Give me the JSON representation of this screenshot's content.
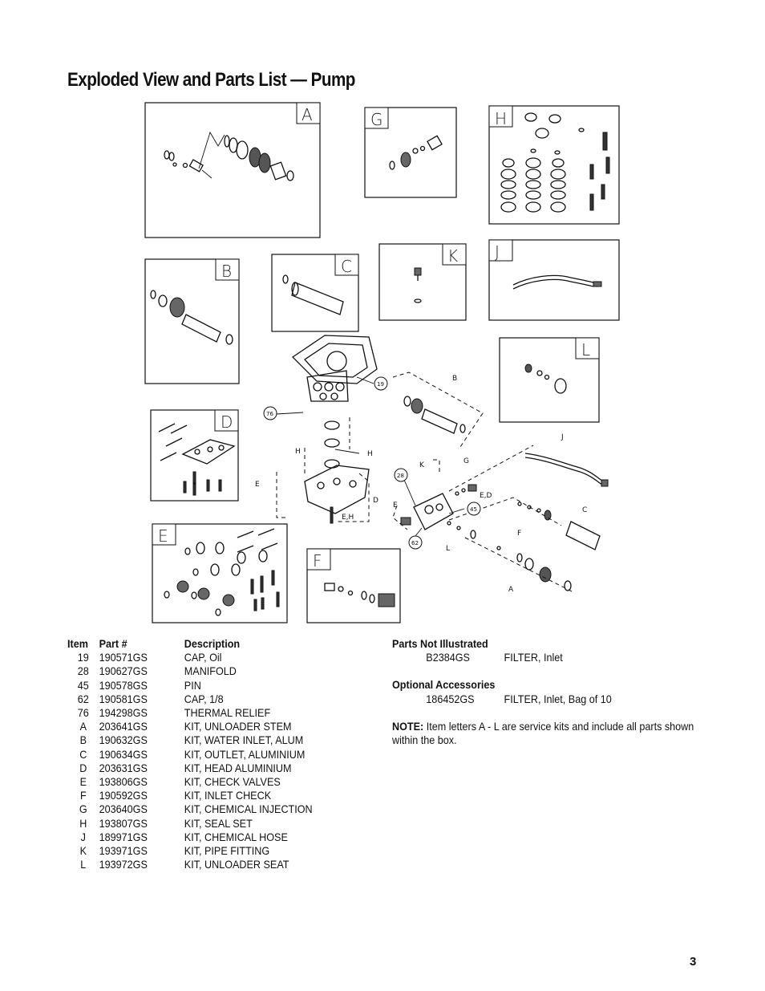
{
  "page": {
    "title": "Exploded View and Parts List — Pump",
    "page_number": "3"
  },
  "diagram": {
    "kit_letters": [
      "A",
      "G",
      "H",
      "B",
      "C",
      "K",
      "J",
      "L",
      "D",
      "E",
      "F"
    ],
    "callouts": [
      "19",
      "76",
      "28",
      "45",
      "62"
    ],
    "leader_labels": [
      "B",
      "H",
      "H",
      "K",
      "G",
      "E,D",
      "J",
      "C",
      "E",
      "D",
      "E,H",
      "E",
      "F",
      "L",
      "A"
    ]
  },
  "parts_list": {
    "headers": {
      "item": "Item",
      "part": "Part #",
      "description": "Description"
    },
    "rows": [
      {
        "item": "19",
        "part": "190571GS",
        "description": "CAP, Oil"
      },
      {
        "item": "28",
        "part": "190627GS",
        "description": "MANIFOLD"
      },
      {
        "item": "45",
        "part": "190578GS",
        "description": "PIN"
      },
      {
        "item": "62",
        "part": "190581GS",
        "description": "CAP, 1/8"
      },
      {
        "item": "76",
        "part": "194298GS",
        "description": "THERMAL RELIEF"
      },
      {
        "item": "A",
        "part": "203641GS",
        "description": "KIT, UNLOADER STEM"
      },
      {
        "item": "B",
        "part": "190632GS",
        "description": "KIT, WATER INLET, ALUM"
      },
      {
        "item": "C",
        "part": "190634GS",
        "description": "KIT, OUTLET, ALUMINIUM"
      },
      {
        "item": "D",
        "part": "203631GS",
        "description": "KIT, HEAD ALUMINIUM"
      },
      {
        "item": "E",
        "part": "193806GS",
        "description": "KIT, CHECK VALVES"
      },
      {
        "item": "F",
        "part": "190592GS",
        "description": "KIT, INLET CHECK"
      },
      {
        "item": "G",
        "part": "203640GS",
        "description": "KIT, CHEMICAL INJECTION"
      },
      {
        "item": "H",
        "part": "193807GS",
        "description": "KIT, SEAL SET"
      },
      {
        "item": "J",
        "part": "189971GS",
        "description": "KIT, CHEMICAL HOSE"
      },
      {
        "item": "K",
        "part": "193971GS",
        "description": "KIT, PIPE FITTING"
      },
      {
        "item": "L",
        "part": "193972GS",
        "description": "KIT, UNLOADER SEAT"
      }
    ]
  },
  "parts_not_illustrated": {
    "heading": "Parts Not Illustrated",
    "rows": [
      {
        "part": "B2384GS",
        "description": "FILTER, Inlet"
      }
    ]
  },
  "optional_accessories": {
    "heading": "Optional Accessories",
    "rows": [
      {
        "part": "186452GS",
        "description": "FILTER, Inlet, Bag of 10"
      }
    ]
  },
  "note": {
    "label": "NOTE:",
    "text": "Item letters A - L are service kits and include all parts shown within the box."
  }
}
